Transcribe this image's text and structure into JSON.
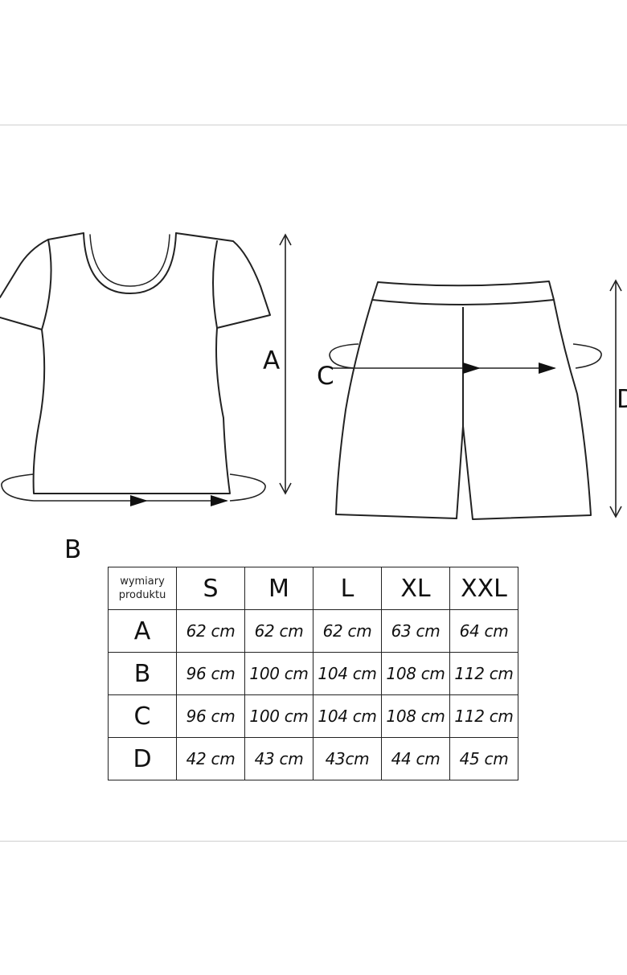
{
  "labels": {
    "a": "A",
    "b": "B",
    "c": "C",
    "d": "D"
  },
  "table": {
    "corner_line1": "wymiary",
    "corner_line2": "produktu",
    "sizes": [
      "S",
      "M",
      "L",
      "XL",
      "XXL"
    ],
    "rows": [
      {
        "label": "A",
        "values": [
          "62 cm",
          "62 cm",
          "62 cm",
          "63 cm",
          "64 cm"
        ]
      },
      {
        "label": "B",
        "values": [
          "96 cm",
          "100 cm",
          "104 cm",
          "108 cm",
          "112 cm"
        ]
      },
      {
        "label": "C",
        "values": [
          "96 cm",
          "100 cm",
          "104 cm",
          "108 cm",
          "112 cm"
        ]
      },
      {
        "label": "D",
        "values": [
          "42 cm",
          "43 cm",
          "43cm",
          "44 cm",
          "45 cm"
        ]
      }
    ]
  },
  "colors": {
    "line": "#222222",
    "rule": "#cfcfcf",
    "background": "#ffffff"
  }
}
